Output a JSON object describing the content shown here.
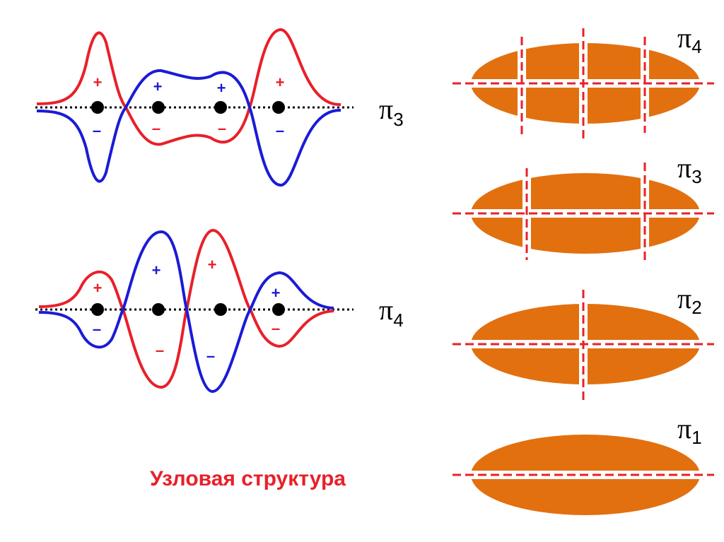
{
  "colors": {
    "red": "#e8202a",
    "blue": "#1b1bd6",
    "orange": "#e2700f",
    "node_line": "#e8202a",
    "atom": "#000000"
  },
  "left_diagrams": [
    {
      "label_symbol": "π",
      "label_index": "3",
      "signs": [
        {
          "text": "+",
          "color": "red"
        },
        {
          "text": "+",
          "color": "blue"
        },
        {
          "text": "+",
          "color": "blue"
        },
        {
          "text": "+",
          "color": "red"
        },
        {
          "text": "–",
          "color": "blue"
        },
        {
          "text": "–",
          "color": "red"
        },
        {
          "text": "–",
          "color": "red"
        },
        {
          "text": "–",
          "color": "blue"
        }
      ]
    },
    {
      "label_symbol": "π",
      "label_index": "4",
      "signs": [
        {
          "text": "+",
          "color": "red"
        },
        {
          "text": "+",
          "color": "blue"
        },
        {
          "text": "+",
          "color": "red"
        },
        {
          "text": "+",
          "color": "blue"
        },
        {
          "text": "–",
          "color": "blue"
        },
        {
          "text": "–",
          "color": "red"
        },
        {
          "text": "–",
          "color": "blue"
        },
        {
          "text": "–",
          "color": "red"
        }
      ]
    }
  ],
  "caption": "Узловая структура",
  "orbitals": [
    {
      "label_symbol": "π",
      "label_index": "4",
      "vertical_nodes": 3
    },
    {
      "label_symbol": "π",
      "label_index": "3",
      "vertical_nodes": 2
    },
    {
      "label_symbol": "π",
      "label_index": "2",
      "vertical_nodes": 1
    },
    {
      "label_symbol": "π",
      "label_index": "1",
      "vertical_nodes": 0
    }
  ]
}
